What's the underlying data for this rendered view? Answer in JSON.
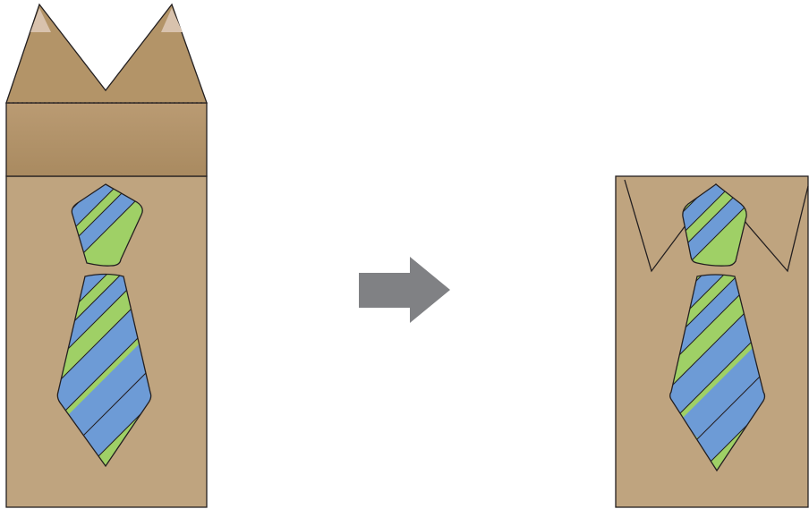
{
  "diagram": {
    "steps": [
      {
        "id": "before",
        "state": "flap-open"
      },
      {
        "id": "after",
        "state": "flap-folded"
      }
    ],
    "connector": {
      "icon": "arrow-right-icon",
      "color": "#808184"
    },
    "colors": {
      "kraft_paper": "#bfa47f",
      "flap_light": "#ba9b73",
      "flap_dark": "#a98a60",
      "collar_highlight": "#d8c2ad",
      "outline": "#231f20",
      "tie_green": "#9fd066",
      "tie_blue": "#6d9bd6"
    }
  }
}
